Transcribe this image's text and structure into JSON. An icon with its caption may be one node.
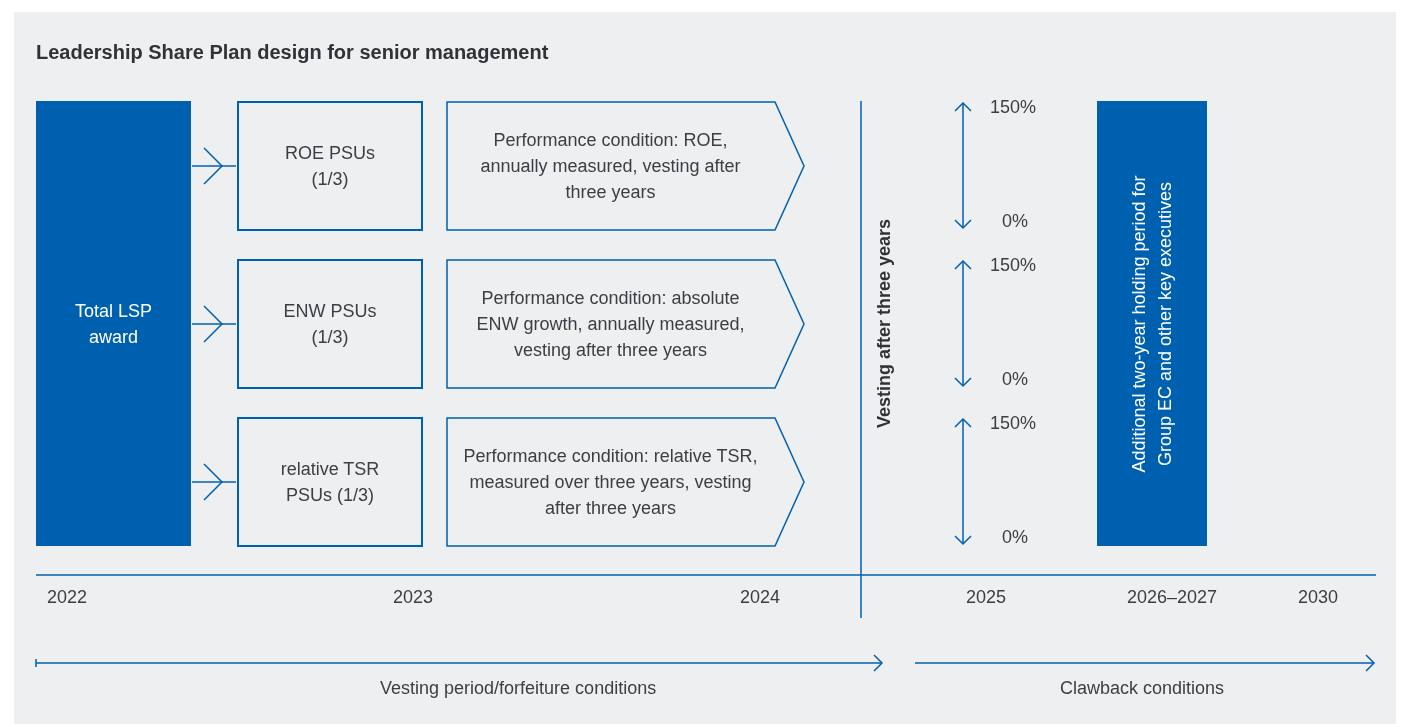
{
  "diagram": {
    "title": "Leadership Share Plan design for senior management",
    "nodes": [
      {
        "text": [
          "Total LSP award"
        ]
      },
      {
        "text": [
          "ROE PSUs (1/3)"
        ]
      },
      {
        "text": [
          "ENW PSUs (1/3)"
        ]
      },
      {
        "text": [
          "relative TSR PSUs (1/3)"
        ]
      },
      {
        "text": [
          "Performance condition: ROE, annually measured, vesting after three years"
        ]
      },
      {
        "text": [
          "Performance condition: absolute ENW growth, annually measured, vesting after three years"
        ]
      },
      {
        "text": [
          "Performance condition: relative TSR, measured over three years, vesting after three years"
        ]
      },
      {
        "text": [
          "Additional two-year holding period for Group EC and other key executives"
        ]
      }
    ],
    "edges": [
      {
        "from": 0,
        "to": 1,
        "arrow": "to"
      },
      {
        "from": 0,
        "to": 2,
        "arrow": "to"
      },
      {
        "from": 0,
        "to": 3,
        "arrow": "to"
      }
    ],
    "labels": [
      "Vesting after three years",
      "150%",
      "0%",
      "150%",
      "0%",
      "150%",
      "0%",
      "2022",
      "2023",
      "2024",
      "2025",
      "2026–2027",
      "2030",
      "Vesting period/forfeiture conditions",
      "Clawback conditions"
    ]
  }
}
